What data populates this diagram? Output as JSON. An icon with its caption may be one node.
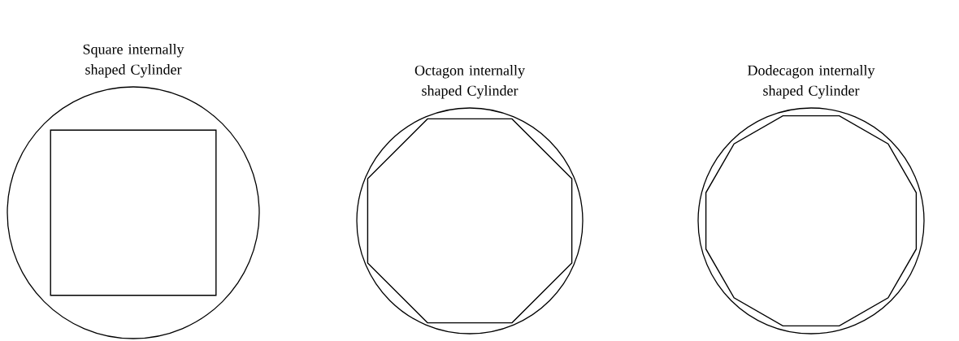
{
  "diagram": {
    "nodes": [
      {
        "text": [
          "Square internally shaped Cylinder"
        ]
      },
      {
        "text": [],
        "shape": "square",
        "in": 0
      },
      {
        "text": [
          "Octagon internally shaped Cylinder"
        ]
      },
      {
        "text": [],
        "shape": "octagon",
        "in": 2
      },
      {
        "text": [
          "Dodecagon internally shaped Cylinder"
        ]
      },
      {
        "text": [],
        "shape": "dodecagon",
        "in": 4
      }
    ]
  }
}
